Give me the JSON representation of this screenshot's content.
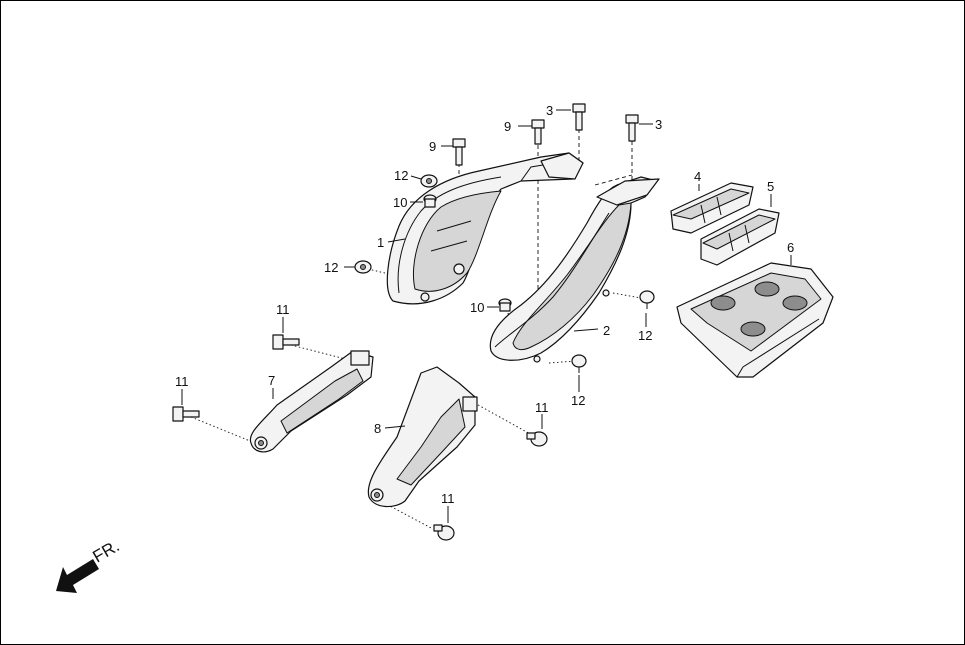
{
  "diagram": {
    "direction_label": "FR.",
    "callouts": {
      "c1": "1",
      "c2": "2",
      "c3a": "3",
      "c3b": "3",
      "c4": "4",
      "c5": "5",
      "c6": "6",
      "c7": "7",
      "c8": "8",
      "c9a": "9",
      "c9b": "9",
      "c10a": "10",
      "c10b": "10",
      "c11a": "11",
      "c11b": "11",
      "c11c": "11",
      "c11d": "11",
      "c12a": "12",
      "c12b": "12",
      "c12c": "12",
      "c12d": "12"
    }
  }
}
